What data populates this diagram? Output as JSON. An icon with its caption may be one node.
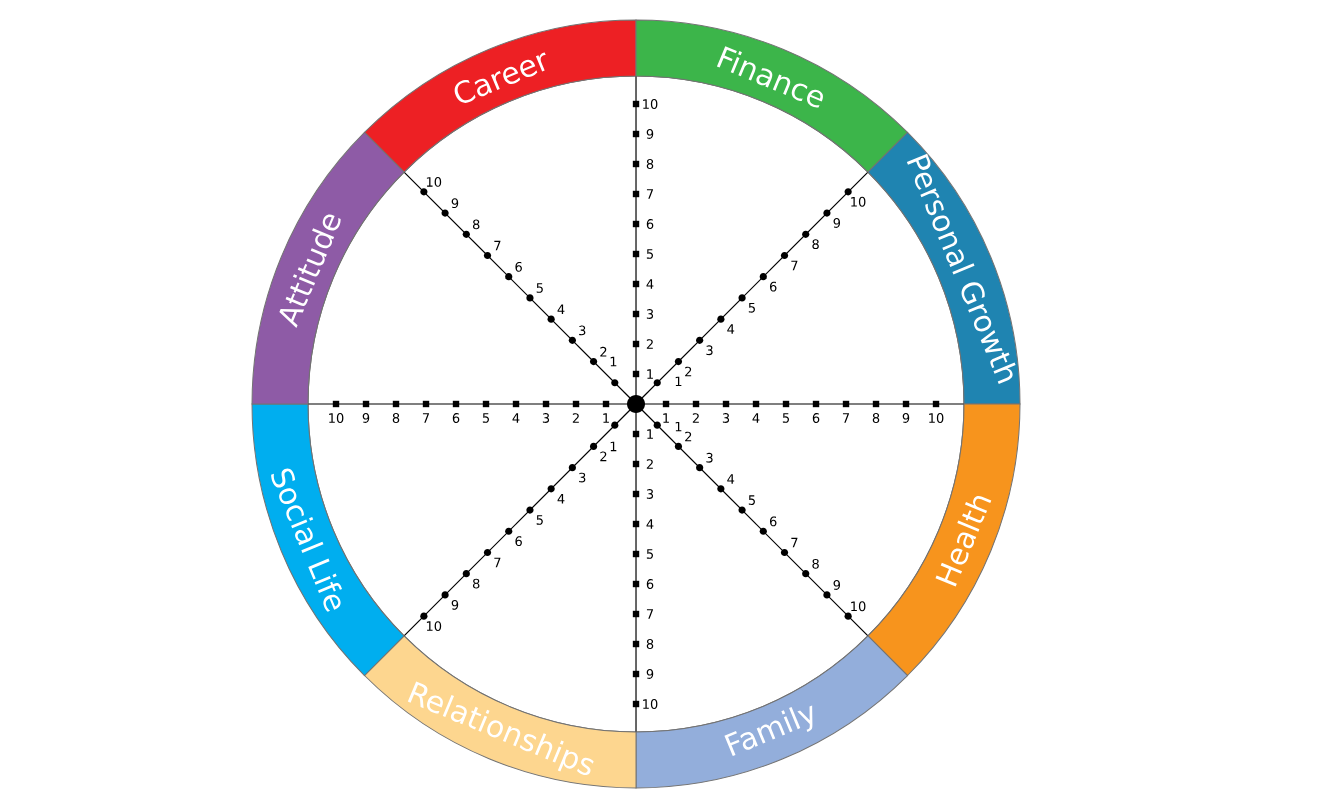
{
  "diagram": {
    "nodes": [
      {
        "text": [
          "Career"
        ]
      },
      {
        "text": [
          "Finance"
        ]
      },
      {
        "text": [
          "Personal Growth"
        ]
      },
      {
        "text": [
          "Health"
        ]
      },
      {
        "text": [
          "Family"
        ]
      },
      {
        "text": [
          "Relationships"
        ]
      },
      {
        "text": [
          "Social Life"
        ]
      },
      {
        "text": [
          "Attitude"
        ]
      }
    ],
    "labels": [
      "1",
      "2",
      "3",
      "4",
      "5",
      "6",
      "7",
      "8",
      "9",
      "10",
      "1",
      "2",
      "3",
      "4",
      "5",
      "6",
      "7",
      "8",
      "9",
      "10",
      "1",
      "2",
      "3",
      "4",
      "5",
      "6",
      "7",
      "8",
      "9",
      "10",
      "1",
      "2",
      "3",
      "4",
      "5",
      "6",
      "7",
      "8",
      "9",
      "10",
      "1",
      "2",
      "3",
      "4",
      "5",
      "6",
      "7",
      "8",
      "9",
      "10",
      "1",
      "2",
      "3",
      "4",
      "5",
      "6",
      "7",
      "8",
      "9",
      "10",
      "1",
      "2",
      "3",
      "4",
      "5",
      "6",
      "7",
      "8",
      "9",
      "10",
      "1",
      "2",
      "3",
      "4",
      "5",
      "6",
      "7",
      "8",
      "9",
      "10"
    ]
  }
}
